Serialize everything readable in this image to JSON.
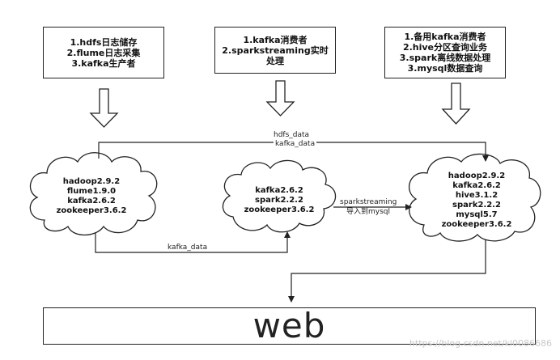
{
  "boxes": {
    "left": {
      "lines": [
        "1.hdfs日志储存",
        "2.flume日志采集",
        "3.kafka生产者"
      ]
    },
    "middle": {
      "lines": [
        "1.kafka消费者",
        "2.sparkstreaming实时",
        "处理"
      ]
    },
    "right": {
      "lines": [
        "1.备用kafka消费者",
        "2.hive分区查询业务",
        "3.spark离线数据处理",
        "3.mysql数据查询"
      ]
    }
  },
  "clouds": {
    "left": {
      "lines": [
        "hadoop2.9.2",
        "flume1.9.0",
        "kafka2.6.2",
        "zookeeper3.6.2"
      ]
    },
    "middle": {
      "lines": [
        "kafka2.6.2",
        "spark2.2.2",
        "zookeeper3.6.2"
      ]
    },
    "right": {
      "lines": [
        "hadoop2.9.2",
        "kafka2.6.2",
        "hive3.1.2",
        "spark2.2.2",
        "mysql5.7",
        "zookeeper3.6.2"
      ]
    }
  },
  "edges": {
    "top_label_1": "hdfs_data",
    "top_label_2": "kafka_data",
    "bottom_label": "kafka_data",
    "mid_label_1": "sparkstreaming",
    "mid_label_2": "导入到mysql"
  },
  "web": {
    "label": "web"
  },
  "watermark": "https://blog.csdn.net/kl0086686",
  "colors": {
    "stroke": "#222222",
    "fill": "#ffffff"
  }
}
